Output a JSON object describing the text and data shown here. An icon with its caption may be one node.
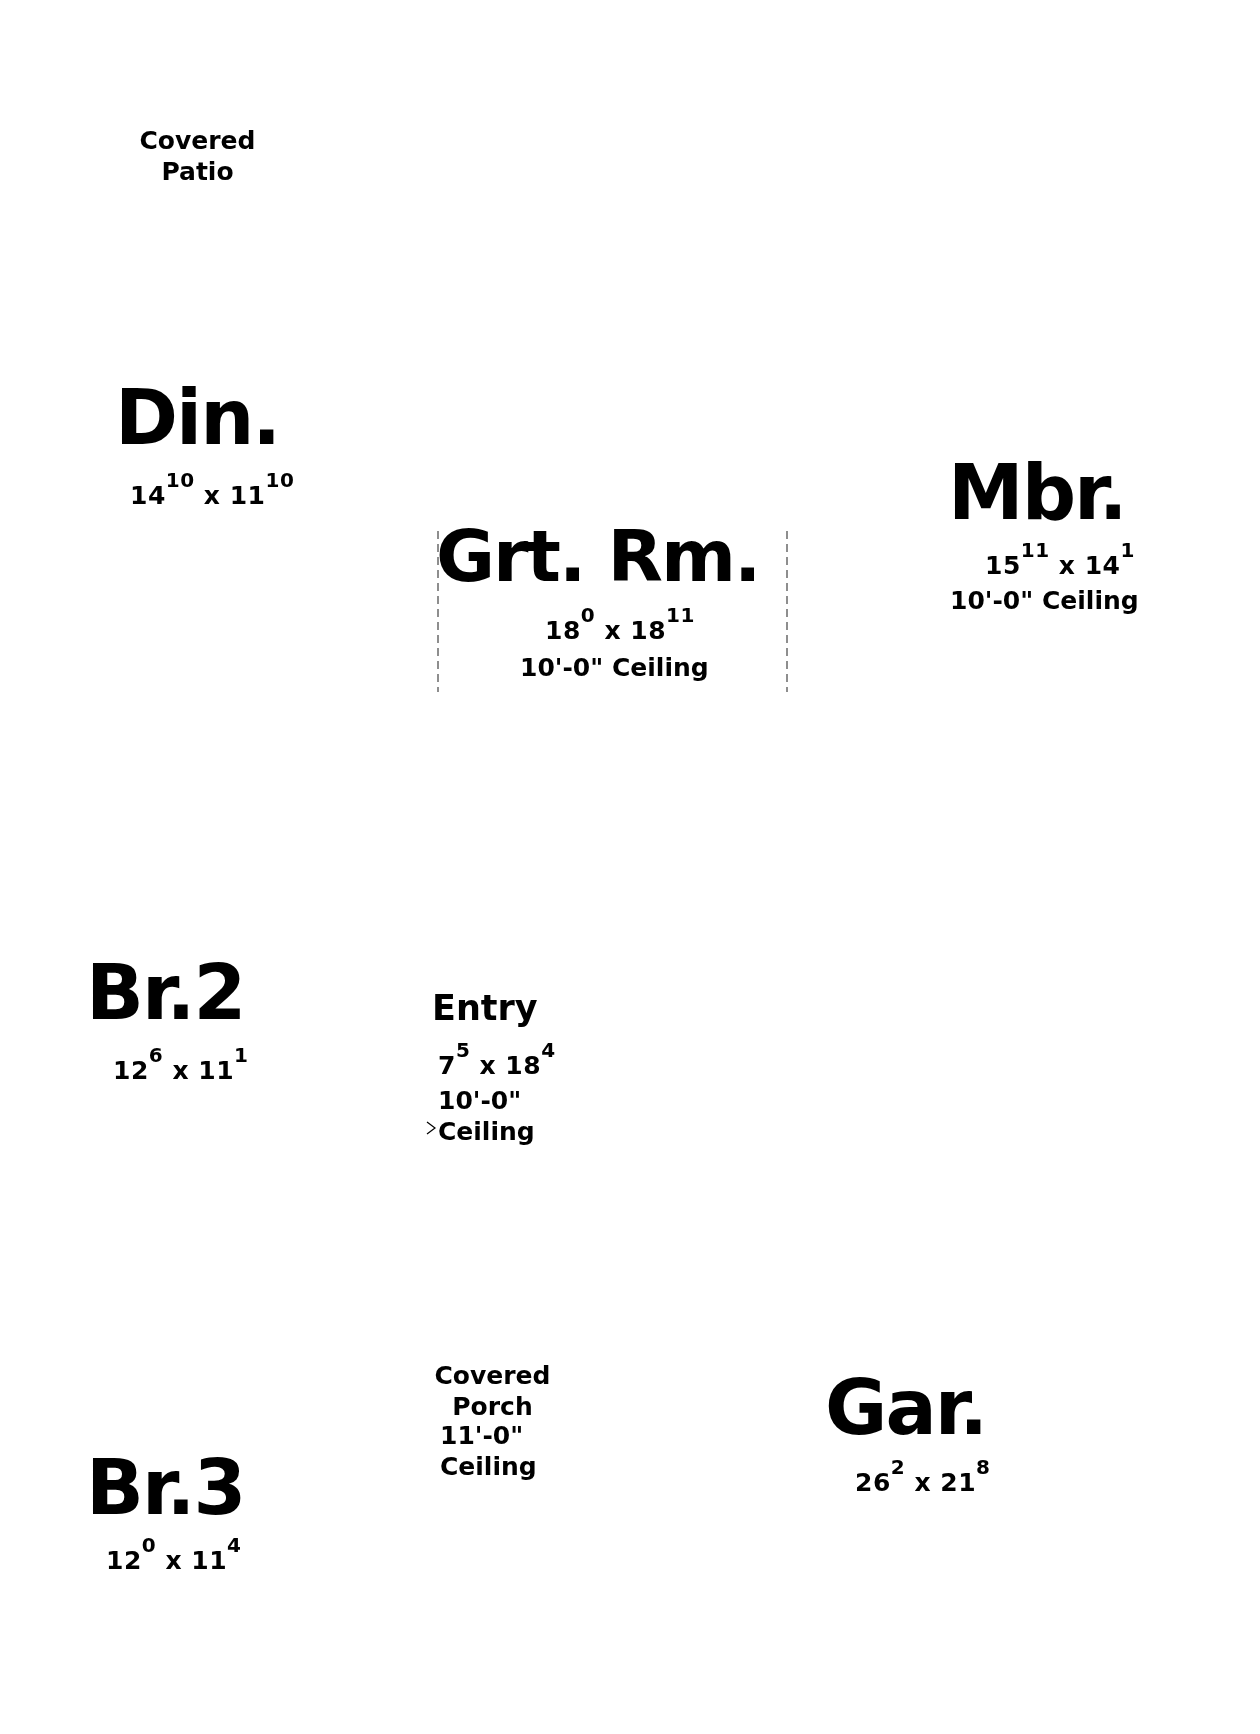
{
  "diagram": {
    "labels": [
      "Covered Patio",
      "Din.",
      "14$^{10}$ x 11$^{10}$",
      "Mbr.",
      "15$^{11}$ x 14$^{1}$",
      "10'-0\" Ceiling",
      "Grt. Rm.",
      "18$^{0}$ x 18$^{11}$",
      "10'-0\" Ceiling",
      "Br.2",
      "12$^{6}$ x 11$^{1}$",
      "Entry",
      "7$^{5}$ x 18$^{4}$",
      "10'-0\" Ceiling",
      "Covered Porch",
      "11'-0\" Ceiling",
      "Gar.",
      "26$^{2}$ x 21$^{8}$",
      "Br.3",
      "12$^{0}$ x 11$^{4}$"
    ]
  }
}
